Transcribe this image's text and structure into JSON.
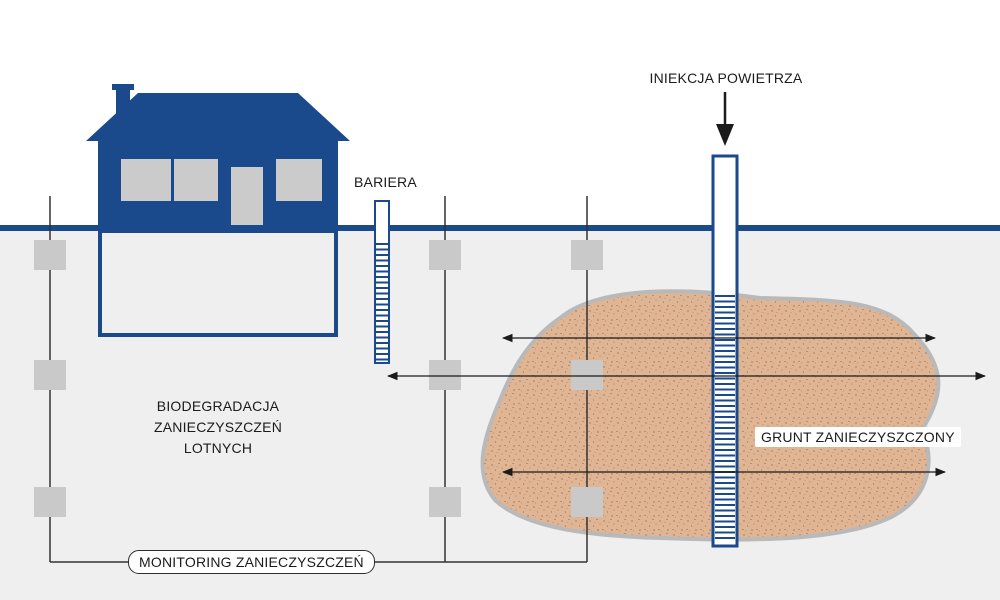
{
  "labels": {
    "air_injection": "INIEKCJA POWIETRZA",
    "barrier": "BARIERA",
    "biodegradation_line1": "BIODEGRADACJA",
    "biodegradation_line2": "ZANIECZYSZCZEŃ LOTNYCH",
    "contaminated_soil": "GRUNT ZANIECZYSZCZONY",
    "monitoring": "MONITORING ZANIECZYSZCZEŃ"
  },
  "colors": {
    "navy": "#1a4a8c",
    "ground_fill": "#efefef",
    "window_gray": "#cbcbcb",
    "sensor_gray": "#c9c9c9",
    "contamination": "#e0b594",
    "contamination_edge": "#b9b9b9"
  },
  "icons": {
    "injection_arrow": "arrow-down-icon",
    "flow_arrows": "double-headed-arrow-icon"
  }
}
